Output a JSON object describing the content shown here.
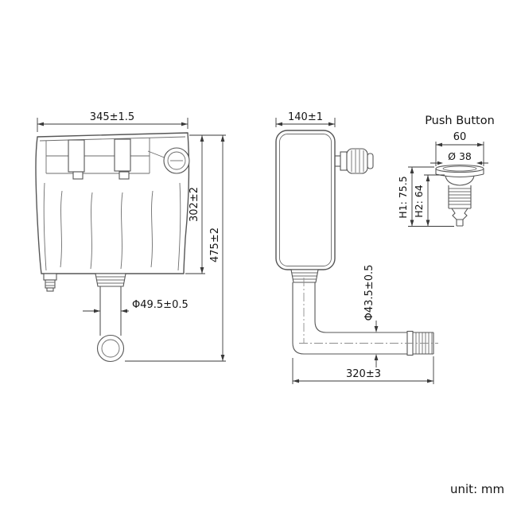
{
  "drawing": {
    "unit_label": "unit: mm"
  },
  "front_view": {
    "width_dim": "345±1.5",
    "body_height_dim": "302±2",
    "total_height_dim": "475±2",
    "outlet_diameter_dim": "Φ49.5±0.5"
  },
  "side_view": {
    "depth_dim": "140±1",
    "pipe_diameter_dim": "Φ43.5±0.5",
    "pipe_length_dim": "320±3"
  },
  "push_button": {
    "title": "Push Button",
    "width_dim": "60",
    "button_diameter_dim": "Ø 38",
    "h1_dim": "H1: 75.5",
    "h2_dim": "H2: 64"
  }
}
